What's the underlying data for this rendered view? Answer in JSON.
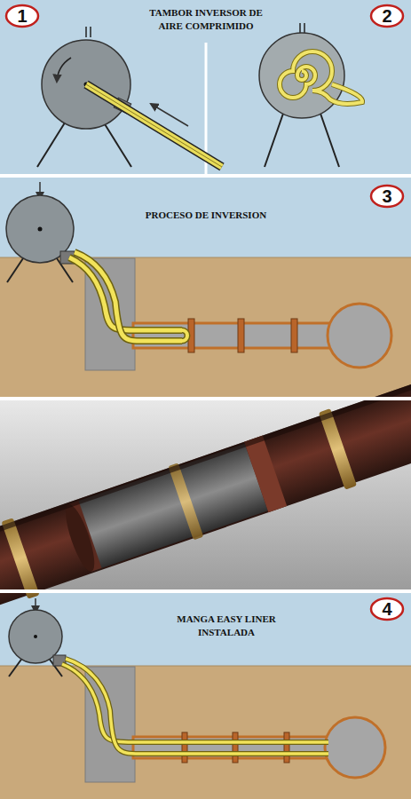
{
  "diagram": {
    "nodes": [
      {
        "text": [
          "1"
        ]
      },
      {
        "text": [
          "2"
        ]
      },
      {
        "text": [
          "3"
        ]
      },
      {
        "text": [
          "4"
        ]
      }
    ],
    "labels": [
      "TAMBOR INVERSOR DE AIRE COMPRIMIDO",
      "PROCESO DE INVERSION",
      "MANGA EASY LINER INSTALADA"
    ]
  }
}
